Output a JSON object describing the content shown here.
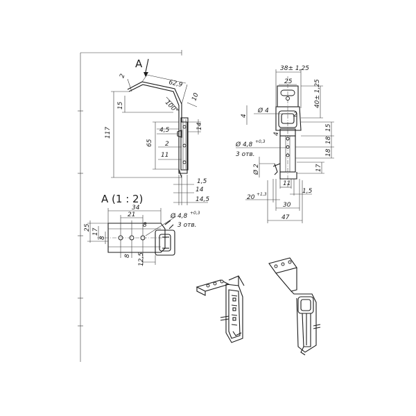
{
  "view_label": "A",
  "detail_title": "A (1 : 2)",
  "side_view": {
    "dims": {
      "width_top": "62,9",
      "thickness": "2",
      "angle": "100°",
      "flange_h": "15",
      "height_total": "117",
      "dim_10": "10",
      "dim_14a": "14",
      "dim_4_5": "4,5",
      "dim_65": "65",
      "dim_2b": "2",
      "dim_11": "11",
      "dim_1_5": "1,5",
      "dim_14b": "14",
      "dim_14_5": "14,5"
    }
  },
  "front_view": {
    "dims": {
      "top_width": "38± 1,25",
      "inner_width": "25",
      "height_tol": "40± 1,25",
      "dia_4": "Ø 4",
      "dim_4": "4",
      "dim_2": "2",
      "dim_15": "15",
      "dim_18a": "18",
      "dim_18b": "18",
      "dim_17": "17",
      "hole_dia": "Ø 4,8",
      "hole_tol": "+0,3",
      "hole_count": "3 отв.",
      "dia_2": "Ø 2",
      "dim_11": "11",
      "dim_1_5": "1,5",
      "dim_20": "20",
      "dim_20_tol": "+1,3",
      "dim_30": "30",
      "dim_47": "47"
    }
  },
  "detail_view": {
    "dims": {
      "dim_34": "34",
      "dim_21": "21",
      "dim_8a": "8",
      "hole_dia": "Ø 4,8",
      "hole_tol": "+0,3",
      "hole_count": "3 отв.",
      "dim_25": "25",
      "dim_17": "17",
      "dim_8b": "8",
      "dim_8c": "8",
      "dim_12_5": "12,5"
    }
  }
}
